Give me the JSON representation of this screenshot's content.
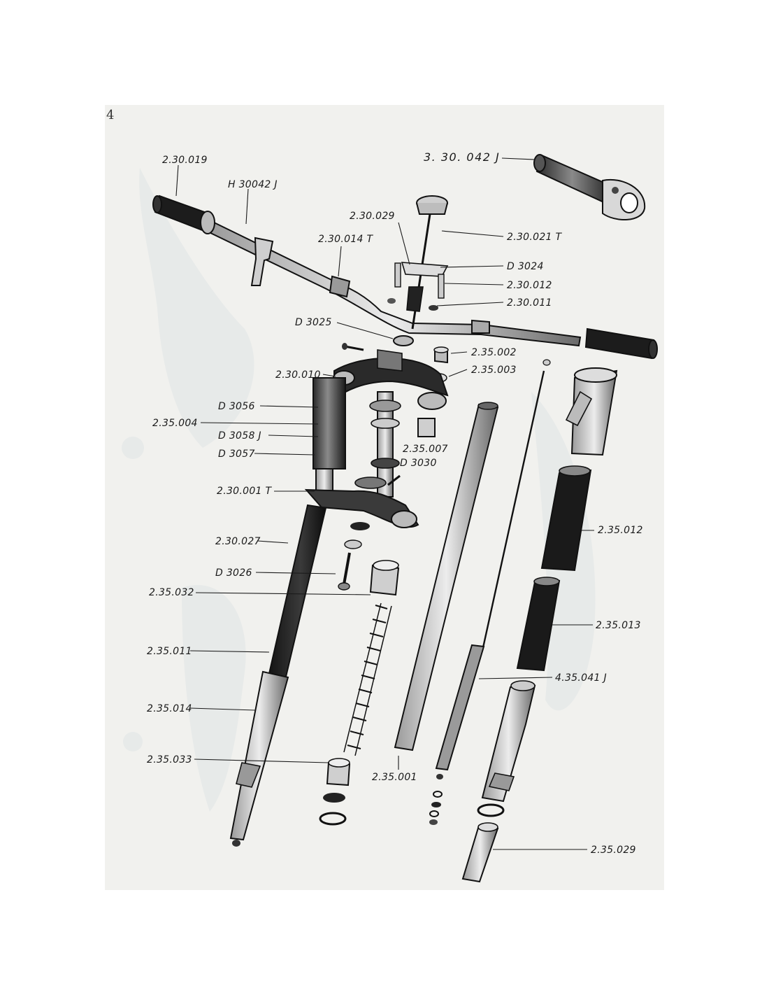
{
  "corner_mark": "4",
  "labels": {
    "p_2_30_019": "2.30.019",
    "p_h30042j": "H 30042 J",
    "p_3_30_042j": "3. 30. 042 J",
    "p_2_30_029": "2.30.029",
    "p_2_30_021t": "2.30.021 T",
    "p_2_30_014t": "2.30.014 T",
    "p_d3024": "D 3024",
    "p_2_30_012": "2.30.012",
    "p_2_30_011": "2.30.011",
    "p_d3025": "D 3025",
    "p_2_35_002": "2.35.002",
    "p_2_35_003": "2.35.003",
    "p_2_30_010": "2.30.010",
    "p_d3056": "D 3056",
    "p_2_35_004": "2.35.004",
    "p_d3058j": "D 3058 J",
    "p_2_35_007": "2.35.007",
    "p_d3057": "D 3057",
    "p_d3030": "D 3030",
    "p_2_30_001t": "2.30.001 T",
    "p_2_35_012": "2.35.012",
    "p_2_30_027": "2.30.027",
    "p_d3026": "D 3026",
    "p_2_35_032": "2.35.032",
    "p_2_35_013": "2.35.013",
    "p_2_35_011": "2.35.011",
    "p_4_35_041j": "4.35.041 J",
    "p_2_35_014": "2.35.014",
    "p_2_35_033": "2.35.033",
    "p_2_35_001": "2.35.001",
    "p_2_35_029": "2.35.029"
  },
  "colors": {
    "paper": "#f1f1ee",
    "ink": "#111111",
    "ghost": "#dfe3e6"
  }
}
